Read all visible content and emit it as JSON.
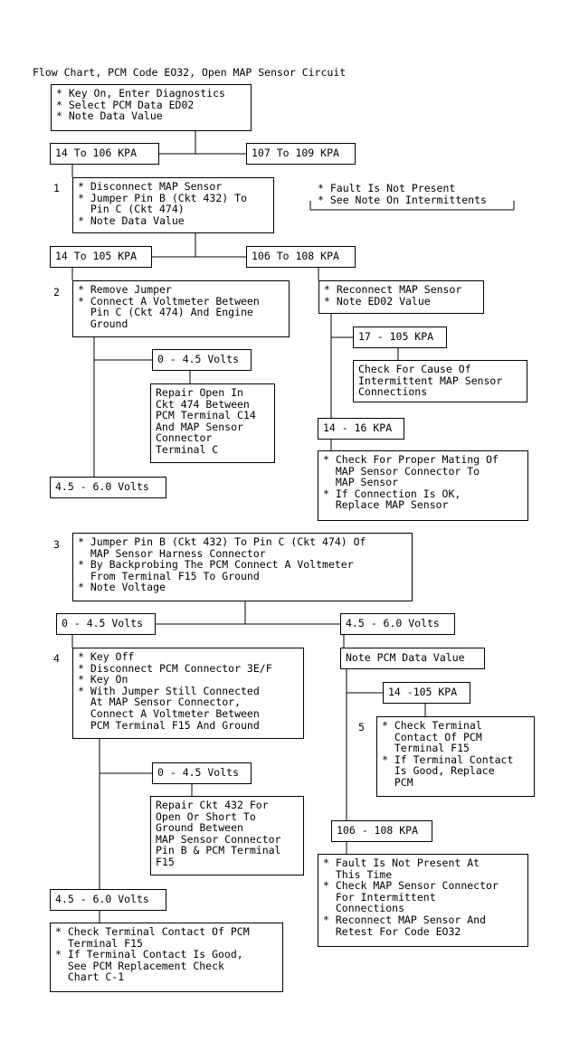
{
  "title": "Flow Chart, PCM Code EO32, Open MAP Sensor Circuit",
  "steps": {
    "s0": "* Key On, Enter Diagnostics\n* Select PCM Data ED02\n* Note Data Value",
    "s1": "* Disconnect MAP Sensor\n* Jumper Pin B (Ckt 432) To\n  Pin C (Ckt 474)\n* Note Data Value",
    "s2": "* Remove Jumper\n* Connect A Voltmeter Between\n  Pin C (Ckt 474) And Engine\n  Ground",
    "s3": "* Jumper Pin B (Ckt 432) To Pin C (Ckt 474) Of\n  MAP Sensor Harness Connector\n* By Backprobing The PCM Connect A Voltmeter\n  From Terminal F15 To Ground\n* Note Voltage",
    "s4": "* Key Off\n* Disconnect PCM Connector 3E/F\n* Key On\n* With Jumper Still Connected\n  At MAP Sensor Connector,\n  Connect A Voltmeter Between\n  PCM Terminal F15 And Ground",
    "s5": "* Check Terminal\n  Contact Of PCM\n  Terminal F15\n* If Terminal Contact\n  Is Good, Replace\n  PCM"
  },
  "numbers": {
    "n1": "1",
    "n2": "2",
    "n3": "3",
    "n4": "4",
    "n5": "5"
  },
  "labels": {
    "r1a": "14 To 106 KPA",
    "r1b": "107 To 109 KPA",
    "r2a": "14 To 105 KPA",
    "r2b": "106 To 108 KPA",
    "v2a": "0 - 4.5 Volts",
    "r3a": "17 - 105 KPA",
    "r3b": "14 - 16 KPA",
    "v2b": "4.5 - 6.0 Volts",
    "v3a": "0 - 4.5 Volts",
    "v3b": "4.5 - 6.0 Volts",
    "r4a": "14 -105 KPA",
    "v4a": "0 - 4.5 Volts",
    "r4b": "106 - 108 KPA",
    "v4b": "4.5 - 6.0 Volts"
  },
  "results": {
    "fault_not_present": "* Fault Is Not Present\n* See Note On Intermittents",
    "reconnect": "* Reconnect MAP Sensor\n* Note ED02 Value",
    "repair_474": "Repair Open In\nCkt 474 Between\nPCM Terminal C14\nAnd MAP Sensor\nConnector\nTerminal C",
    "check_cause": "Check For Cause Of\nIntermittent MAP Sensor\nConnections",
    "check_mating": "* Check For Proper Mating Of\n  MAP Sensor Connector To\n  MAP Sensor\n* If Connection Is OK,\n  Replace MAP Sensor",
    "note_pcm": "Note PCM Data Value",
    "repair_432": "Repair Ckt 432 For\nOpen Or Short To\nGround Between\nMAP Sensor Connector\nPin B & PCM Terminal\nF15",
    "fault_at_time": "* Fault Is Not Present At\n  This Time\n* Check MAP Sensor Connector\n  For Intermittent\n  Connections\n* Reconnect MAP Sensor And\n  Retest For Code EO32",
    "check_f15": "* Check Terminal Contact Of PCM\n  Terminal F15\n* If Terminal Contact Is Good,\n  See PCM Replacement Check\n  Chart C-1"
  }
}
